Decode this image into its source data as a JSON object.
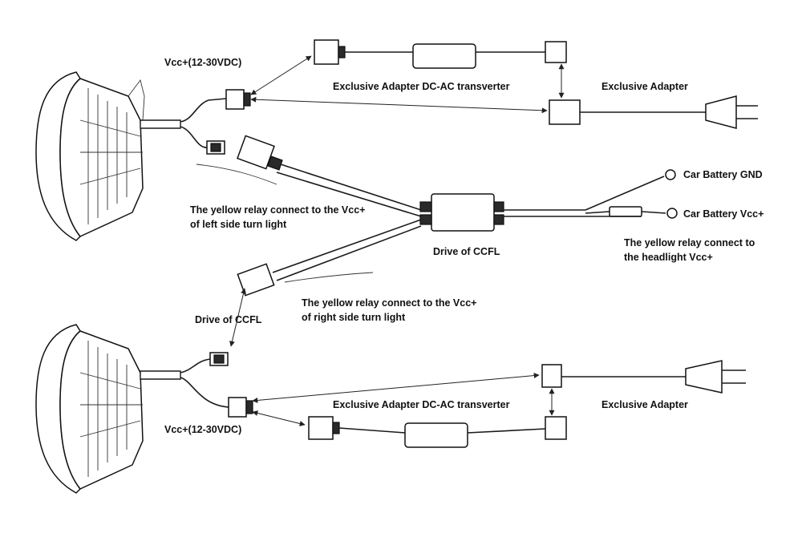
{
  "labels": {
    "vcc_top": "Vcc+(12-30VDC)",
    "adapter_dcac_top": "Exclusive Adapter DC-AC transverter",
    "adapter_top": "Exclusive Adapter",
    "car_battery_gnd": "Car Battery GND",
    "car_battery_vcc": "Car Battery Vcc+",
    "relay_left_line1": "The yellow relay connect to the Vcc+",
    "relay_left_line2": "of left side turn light",
    "drive_ccfl_center": "Drive of CCFL",
    "relay_headlight_line1": "The yellow relay connect to",
    "relay_headlight_line2": "the headlight Vcc+",
    "relay_right_line1": "The yellow relay connect to the Vcc+",
    "relay_right_line2": "of right side turn light",
    "drive_ccfl_left": "Drive of CCFL",
    "adapter_dcac_bottom": "Exclusive Adapter DC-AC transverter",
    "adapter_bottom": "Exclusive Adapter",
    "vcc_bottom": "Vcc+(12-30VDC)"
  }
}
